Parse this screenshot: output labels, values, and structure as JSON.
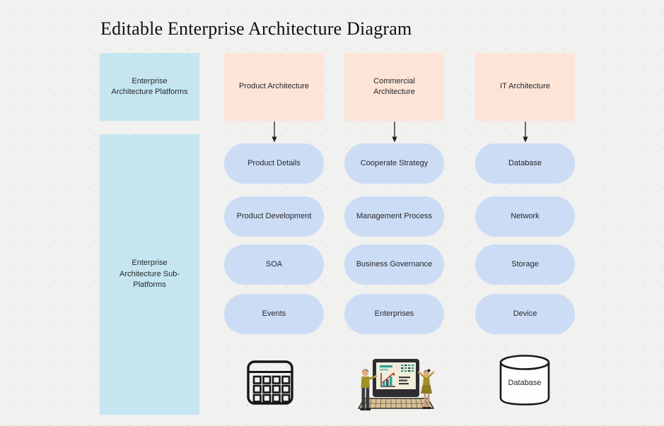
{
  "title": "Editable Enterprise Architecture Diagram",
  "sidebar": {
    "platforms_label": "Enterprise Architecture Platforms",
    "subplatforms_label": "Enterprise Architecture Sub-Platforms"
  },
  "columns": [
    {
      "header": "Product Architecture",
      "items": [
        "Product Details",
        "Product Development",
        "SOA",
        "Events"
      ],
      "icon": "calendar-grid-icon"
    },
    {
      "header": "Commercial Architecture",
      "items": [
        "Cooperate Strategy",
        "Management Process",
        "Business Governance",
        "Enterprises"
      ],
      "icon": "team-analytics-laptop-illustration"
    },
    {
      "header": "IT Architecture",
      "items": [
        "Database",
        "Network",
        "Storage",
        "Device"
      ],
      "icon": "database-cylinder-icon",
      "icon_label": "Database"
    }
  ],
  "colors": {
    "background": "#f1f1ef",
    "platform_box": "#c5e6f0",
    "header_box": "#fce4d7",
    "pill": "#ccdcf5",
    "text": "#27272c",
    "arrow": "#222222",
    "illustration_teal": "#2f9f97",
    "illustration_olive": "#a29224",
    "illustration_red": "#b0452c"
  }
}
